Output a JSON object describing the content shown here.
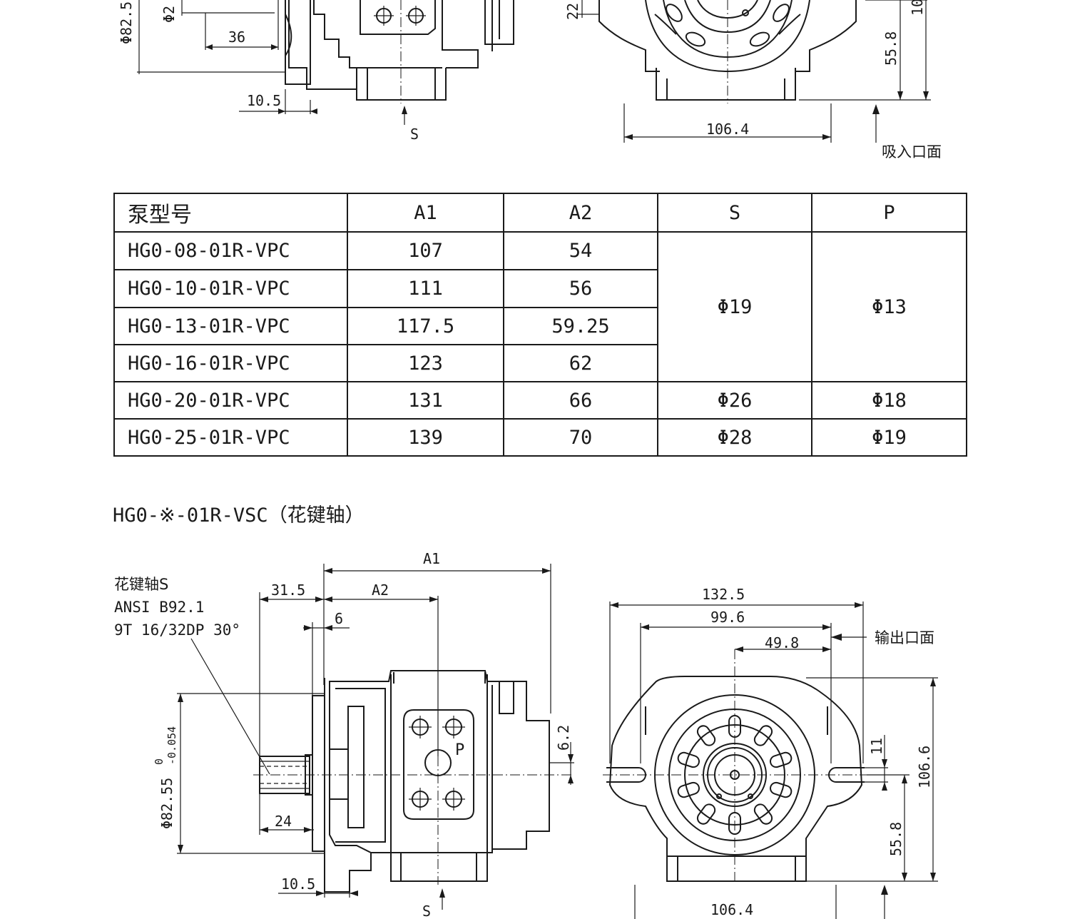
{
  "top_drawing": {
    "side_view": {
      "shaft_diameter_label": "Φ82.5",
      "bore_label": "Φ2",
      "length_36": "36",
      "flange_10_5": "10.5",
      "port_s": "S"
    },
    "front_view": {
      "dim_22": "22.",
      "dim_10": "10",
      "dim_55_8": "55.8",
      "dim_106_4": "106.4",
      "suction_face": "吸入口面"
    }
  },
  "spec_table": {
    "headers": [
      "泵型号",
      "A1",
      "A2",
      "S",
      "P"
    ],
    "rows": [
      {
        "model": "HG0-08-01R-VPC",
        "a1": "107",
        "a2": "54"
      },
      {
        "model": "HG0-10-01R-VPC",
        "a1": "111",
        "a2": "56"
      },
      {
        "model": "HG0-13-01R-VPC",
        "a1": "117.5",
        "a2": "59.25"
      },
      {
        "model": "HG0-16-01R-VPC",
        "a1": "123",
        "a2": "62"
      },
      {
        "model": "HG0-20-01R-VPC",
        "a1": "131",
        "a2": "66",
        "s": "Φ26",
        "p": "Φ18"
      },
      {
        "model": "HG0-25-01R-VPC",
        "a1": "139",
        "a2": "70",
        "s": "Φ28",
        "p": "Φ19"
      }
    ],
    "merged_s": "Φ19",
    "merged_p": "Φ13"
  },
  "section_title": "HG0-※-01R-VSC（花键轴）",
  "bottom_drawing": {
    "side_view": {
      "spline_note_1": "花键轴S",
      "spline_note_2": "ANSI B92.1",
      "spline_note_3": "9T 16/32DP 30°",
      "dim_a1": "A1",
      "dim_a2": "A2",
      "dim_31_5": "31.5",
      "dim_6": "6",
      "dim_6_2": "6.2",
      "dim_24": "24",
      "dim_10_5": "10.5",
      "pilot_diameter": "Φ82.55",
      "tol_upper": "0",
      "tol_lower": "-0.054",
      "port_p": "P",
      "port_s": "S"
    },
    "front_view": {
      "dim_132_5": "132.5",
      "dim_99_6": "99.6",
      "dim_49_8": "49.8",
      "dim_11": "11",
      "dim_106_6": "106.6",
      "dim_55_8": "55.8",
      "dim_106_4": "106.4",
      "outlet_face": "输出口面"
    }
  }
}
